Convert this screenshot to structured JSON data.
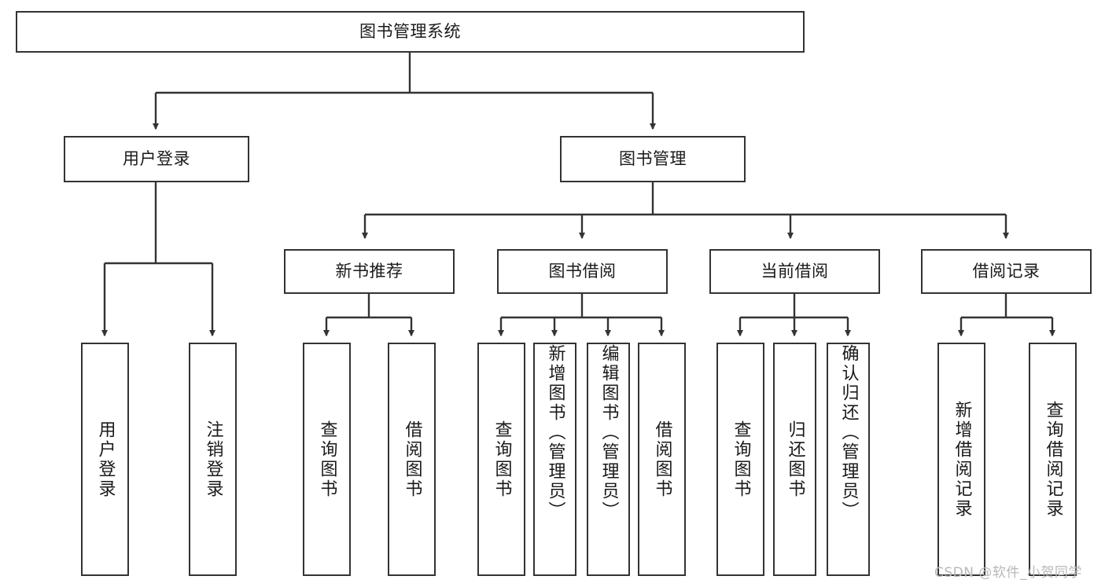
{
  "diagram": {
    "type": "tree",
    "title": "图书管理系统",
    "watermark": "CSDN @软件_小贺同学",
    "colors": {
      "stroke": "#333333",
      "fill": "#ffffff",
      "text": "#1a1a1a",
      "watermark": "#b8b8b8"
    },
    "root": {
      "label": "图书管理系统"
    },
    "level2": [
      {
        "label": "用户登录"
      },
      {
        "label": "图书管理"
      }
    ],
    "level3": [
      {
        "label": "新书推荐"
      },
      {
        "label": "图书借阅"
      },
      {
        "label": "当前借阅"
      },
      {
        "label": "借阅记录"
      }
    ],
    "leaves": {
      "user_login": [
        {
          "label": "用户登录"
        },
        {
          "label": "注销登录"
        }
      ],
      "new_book": [
        {
          "label": "查询图书"
        },
        {
          "label": "借阅图书"
        }
      ],
      "book_borrow": [
        {
          "label": "查询图书"
        },
        {
          "label": "新增图书（管理员）"
        },
        {
          "label": "编辑图书（管理员）"
        },
        {
          "label": "借阅图书"
        }
      ],
      "current_borrow": [
        {
          "label": "查询图书"
        },
        {
          "label": "归还图书"
        },
        {
          "label": "确认归还（管理员）"
        }
      ],
      "borrow_record": [
        {
          "label": "新增借阅记录"
        },
        {
          "label": "查询借阅记录"
        }
      ]
    }
  }
}
